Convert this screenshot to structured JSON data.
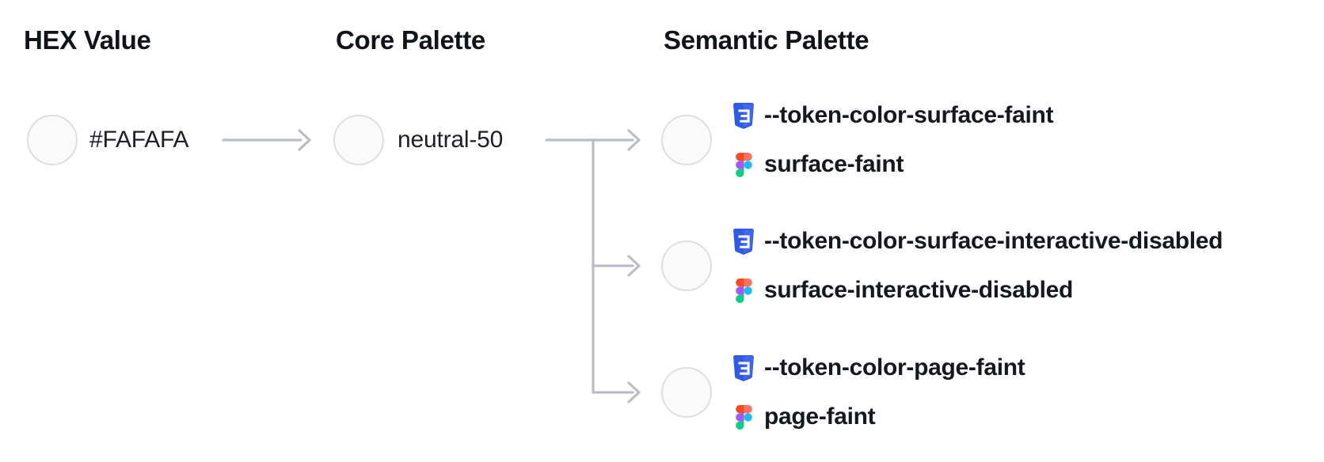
{
  "diagram": {
    "headers": {
      "hex": "HEX Value",
      "core": "Core Palette",
      "semantic": "Semantic Palette"
    },
    "hex": {
      "value": "#FAFAFA",
      "swatch": "#FAFAFA"
    },
    "core": {
      "name": "neutral-50",
      "swatch": "#FAFAFA"
    },
    "semantic_items": [
      {
        "css_token": "--token-color-surface-faint",
        "figma_name": "surface-faint",
        "swatch": "#FAFAFA"
      },
      {
        "css_token": "--token-color-surface-interactive-disabled",
        "figma_name": "surface-interactive-disabled",
        "swatch": "#FAFAFA"
      },
      {
        "css_token": "--token-color-page-faint",
        "figma_name": "page-faint",
        "swatch": "#FAFAFA"
      }
    ],
    "icons": {
      "css": "css-badge-icon",
      "figma": "figma-logo-icon"
    },
    "colors": {
      "background": "#FFFFFF",
      "text": "#15181D",
      "connector": "#B9BDC6",
      "swatch_fill": "#FAFAFA",
      "swatch_border": "#DCDEE3",
      "css_badge_blue": "#2F5BE0",
      "css_badge_blue_light": "#3E68F0",
      "figma_orange": "#F24E1E",
      "figma_salmon": "#FF7262",
      "figma_purple": "#A259FF",
      "figma_blue": "#1ABCFE",
      "figma_green": "#0ACF83"
    }
  }
}
